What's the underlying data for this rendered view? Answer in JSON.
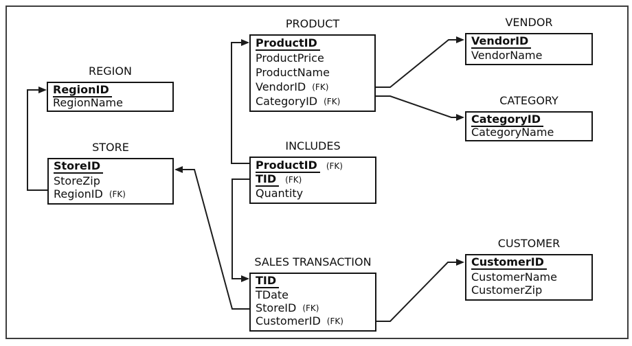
{
  "diagram": {
    "kind": "entity-relationship-diagram",
    "fk_label": "(FK)",
    "colors": {
      "background": "#ffffff",
      "frame_border": "#3c3c3c",
      "box_border": "#141414",
      "line": "#1c1c1c",
      "text": "#0f0f0f"
    },
    "entities": [
      {
        "id": "region",
        "title": "REGION",
        "attributes": [
          {
            "name": "RegionID",
            "pk": true,
            "fk": false
          },
          {
            "name": "RegionName",
            "pk": false,
            "fk": false
          }
        ]
      },
      {
        "id": "store",
        "title": "STORE",
        "attributes": [
          {
            "name": "StoreID",
            "pk": true,
            "fk": false
          },
          {
            "name": "StoreZip",
            "pk": false,
            "fk": false
          },
          {
            "name": "RegionID",
            "pk": false,
            "fk": true
          }
        ]
      },
      {
        "id": "product",
        "title": "PRODUCT",
        "attributes": [
          {
            "name": "ProductID",
            "pk": true,
            "fk": false
          },
          {
            "name": "ProductPrice",
            "pk": false,
            "fk": false
          },
          {
            "name": "ProductName",
            "pk": false,
            "fk": false
          },
          {
            "name": "VendorID",
            "pk": false,
            "fk": true
          },
          {
            "name": "CategoryID",
            "pk": false,
            "fk": true
          }
        ]
      },
      {
        "id": "vendor",
        "title": "VENDOR",
        "attributes": [
          {
            "name": "VendorID",
            "pk": true,
            "fk": false
          },
          {
            "name": "VendorName",
            "pk": false,
            "fk": false
          }
        ]
      },
      {
        "id": "category",
        "title": "CATEGORY",
        "attributes": [
          {
            "name": "CategoryID",
            "pk": true,
            "fk": false
          },
          {
            "name": "CategoryName",
            "pk": false,
            "fk": false
          }
        ]
      },
      {
        "id": "includes",
        "title": "INCLUDES",
        "attributes": [
          {
            "name": "ProductID",
            "pk": true,
            "fk": true
          },
          {
            "name": "TID",
            "pk": true,
            "fk": true
          },
          {
            "name": "Quantity",
            "pk": false,
            "fk": false
          }
        ]
      },
      {
        "id": "sales_transaction",
        "title": "SALES TRANSACTION",
        "attributes": [
          {
            "name": "TID",
            "pk": true,
            "fk": false
          },
          {
            "name": "TDate",
            "pk": false,
            "fk": false
          },
          {
            "name": "StoreID",
            "pk": false,
            "fk": true
          },
          {
            "name": "CustomerID",
            "pk": false,
            "fk": true
          }
        ]
      },
      {
        "id": "customer",
        "title": "CUSTOMER",
        "attributes": [
          {
            "name": "CustomerID",
            "pk": true,
            "fk": false
          },
          {
            "name": "CustomerName",
            "pk": false,
            "fk": false
          },
          {
            "name": "CustomerZip",
            "pk": false,
            "fk": false
          }
        ]
      }
    ],
    "connectors": [
      {
        "from": "STORE.RegionID",
        "to": "REGION.RegionID"
      },
      {
        "from": "INCLUDES.ProductID",
        "to": "PRODUCT.ProductID"
      },
      {
        "from": "INCLUDES.TID",
        "to": "SALES_TRANSACTION.TID"
      },
      {
        "from": "SALES_TRANSACTION.StoreID",
        "to": "STORE.StoreID"
      },
      {
        "from": "PRODUCT.VendorID",
        "to": "VENDOR.VendorID"
      },
      {
        "from": "PRODUCT.CategoryID",
        "to": "CATEGORY.CategoryID"
      },
      {
        "from": "SALES_TRANSACTION.CustomerID",
        "to": "CUSTOMER.CustomerID"
      }
    ]
  }
}
